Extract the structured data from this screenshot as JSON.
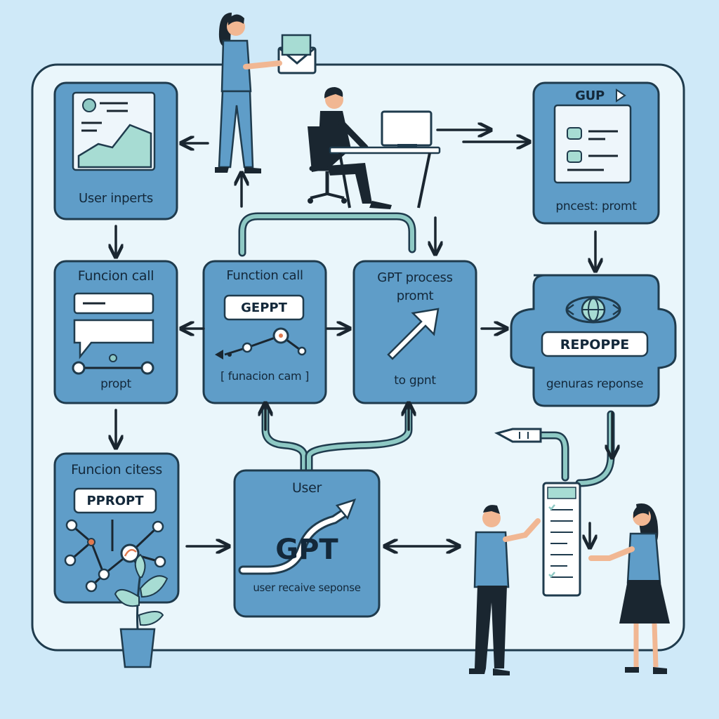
{
  "boxes": {
    "user_inputs": {
      "label": "User inperts"
    },
    "gup": {
      "title": "GUP",
      "label": "pncest: promt"
    },
    "function_call_left": {
      "title": "Funcion call",
      "label": "propt"
    },
    "function_call_mid": {
      "title": "Function call",
      "pill": "GEPPT",
      "label": "[ funacion cam ]"
    },
    "gpt_process": {
      "title": "GPT process",
      "subtitle": "promt",
      "label": "to gpnt"
    },
    "response": {
      "pill": "REPOPPE",
      "label": "genuras reponse"
    },
    "function_citess": {
      "title": "Funcion citess",
      "pill": "PPROPT"
    },
    "user_gpt": {
      "title": "User",
      "center": "GPT",
      "label": "user recaive seponse"
    }
  },
  "colors": {
    "background": "#cfe9f8",
    "panel": "#eaf6fb",
    "box": "#5f9dc8",
    "outline": "#1f3b4d",
    "accent": "#8ec9c4"
  }
}
